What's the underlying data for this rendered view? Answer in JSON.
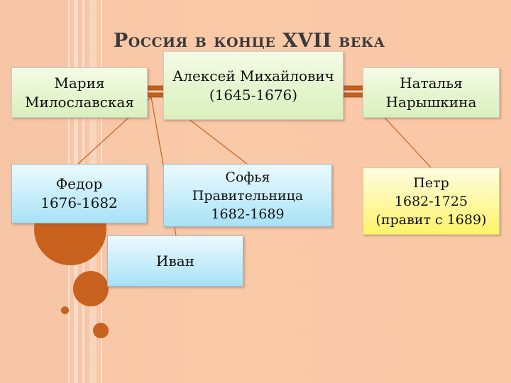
{
  "title": "Россия в конце XVII века",
  "people": {
    "maria": {
      "name": "Мария",
      "name2": "Милославская"
    },
    "alexei": {
      "name": "Алексей Михайлович",
      "years": "(1645-1676)"
    },
    "natalia": {
      "name": "Наталья",
      "name2": "Нарышкина"
    },
    "fedor": {
      "name": "Федор",
      "years": "1676-1682"
    },
    "sofia": {
      "name": "Софья",
      "role": "Правительница",
      "years": "1682-1689"
    },
    "ivan": {
      "name": "Иван"
    },
    "petr": {
      "name": "Петр",
      "years": "1682-1725",
      "note": "(правит с 1689)"
    }
  },
  "colors": {
    "background": "#f9c9a8",
    "accent": "#c8611e",
    "line": "#c8611e",
    "green_box": "#d9f0bb",
    "blue_box": "#a8e2f6",
    "yellow_box": "#fdf36a"
  }
}
